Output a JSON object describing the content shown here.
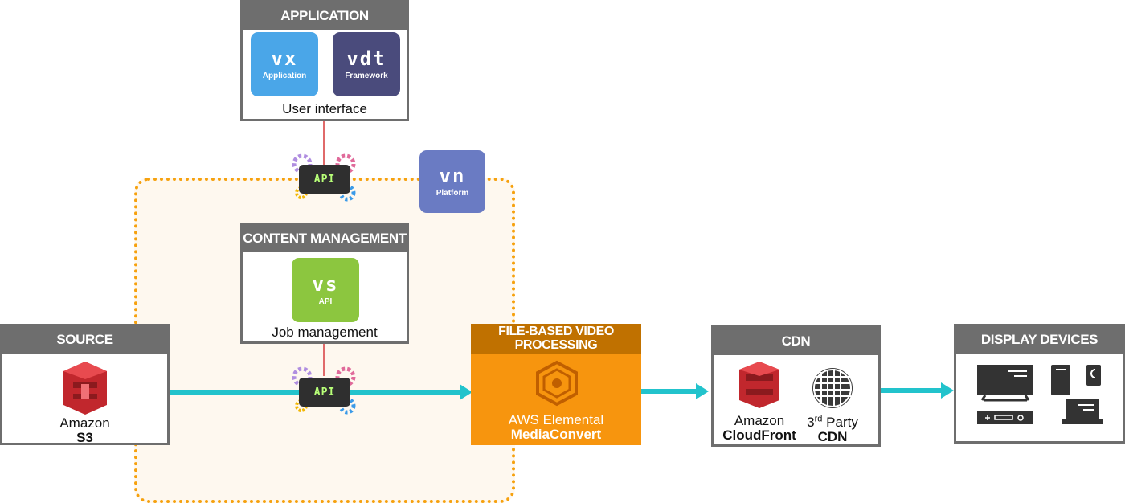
{
  "application": {
    "title": "APPLICATION",
    "tiles": [
      {
        "logo": "vx",
        "caption": "Application",
        "color": "#4aa6e8"
      },
      {
        "logo": "vdt",
        "caption": "Framework",
        "color": "#4a4b7c"
      }
    ],
    "label": "User interface"
  },
  "platform": {
    "logo": "vn",
    "caption": "Platform",
    "color": "#6a7bc3"
  },
  "api_chip_label": "API",
  "content_management": {
    "title": "CONTENT MANAGEMENT",
    "tile": {
      "logo": "vs",
      "caption": "API",
      "color": "#8cc63f"
    },
    "label": "Job management"
  },
  "source": {
    "title": "SOURCE",
    "line1": "Amazon",
    "line2": "S3"
  },
  "processing": {
    "title": "FILE-BASED VIDEO PROCESSING",
    "line1": "AWS Elemental",
    "line2": "MediaConvert",
    "header_color": "#c07100",
    "body_color": "#f7950e"
  },
  "cdn": {
    "title": "CDN",
    "left_line1": "Amazon",
    "left_line2": "CloudFront",
    "right_prefix": "3",
    "right_sup": "rd",
    "right_rest": " Party",
    "right_line2": "CDN"
  },
  "display_devices": {
    "title": "DISPLAY DEVICES"
  },
  "colors": {
    "arrow": "#22c3cc",
    "connector": "#e06a6a",
    "frame": "#6e6e6e",
    "dotted": "#f6a10e"
  }
}
